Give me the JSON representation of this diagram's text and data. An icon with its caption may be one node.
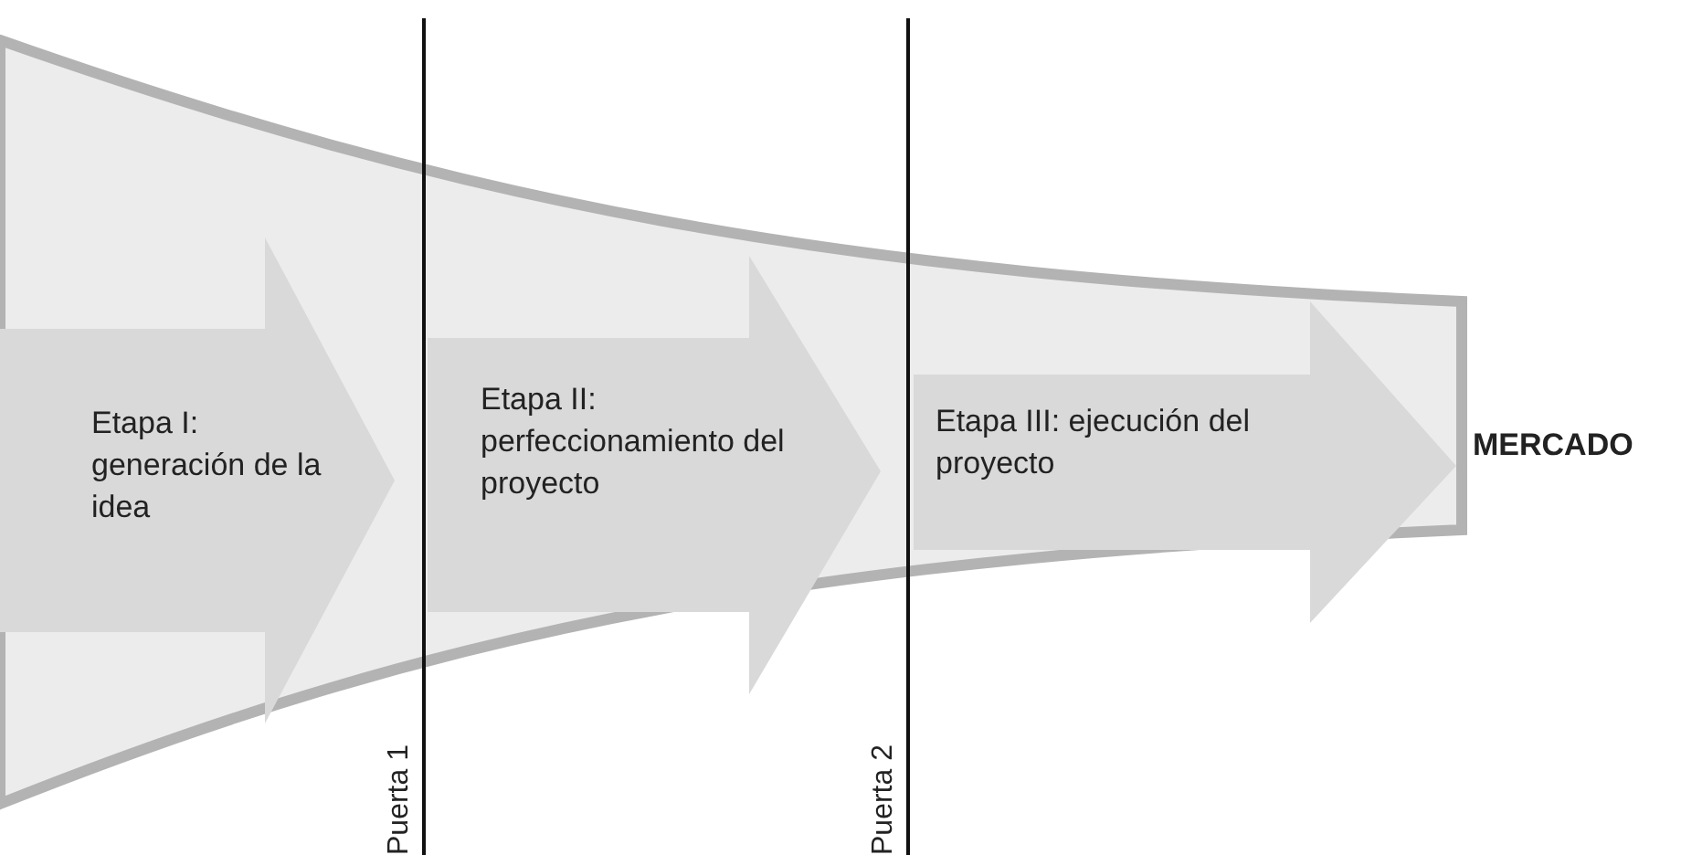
{
  "diagram": {
    "nodes": [
      {
        "text": [
          "Etapa I: generación de la idea"
        ]
      },
      {
        "text": [
          "Etapa II: perfeccionamiento del proyecto"
        ]
      },
      {
        "text": [
          "Etapa III: ejecución del proyecto"
        ]
      },
      {
        "text": [
          "MERCADO"
        ]
      }
    ],
    "labels": [
      "Puerta 1",
      "Puerta 2"
    ]
  }
}
